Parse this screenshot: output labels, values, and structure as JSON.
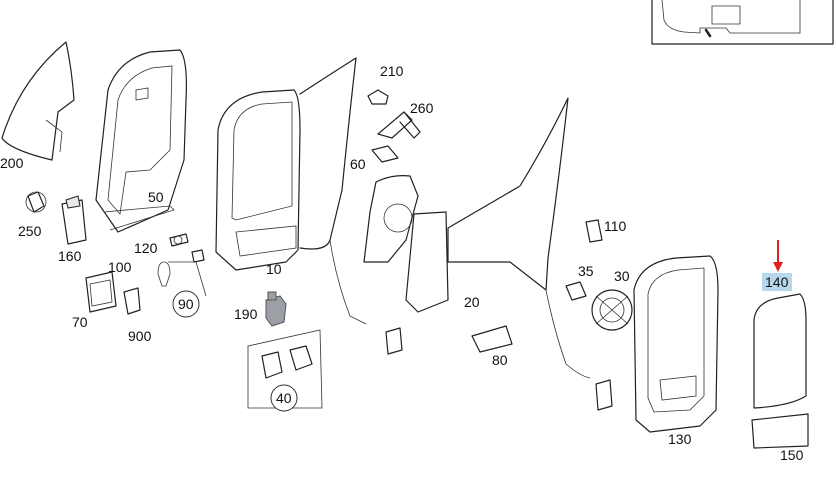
{
  "labels": {
    "p10": "10",
    "p20": "20",
    "p30": "30",
    "p35": "35",
    "p40": "40",
    "p50": "50",
    "p60": "60",
    "p70": "70",
    "p80": "80",
    "p90": "90",
    "p100": "100",
    "p110": "110",
    "p120": "120",
    "p130": "130",
    "p140": "140",
    "p150": "150",
    "p160": "160",
    "p190": "190",
    "p200": "200",
    "p210": "210",
    "p250": "250",
    "p260": "260",
    "p900": "900"
  },
  "highlight": {
    "part": "140",
    "color": "#b7d7ec",
    "arrow_color": "#e02020"
  }
}
